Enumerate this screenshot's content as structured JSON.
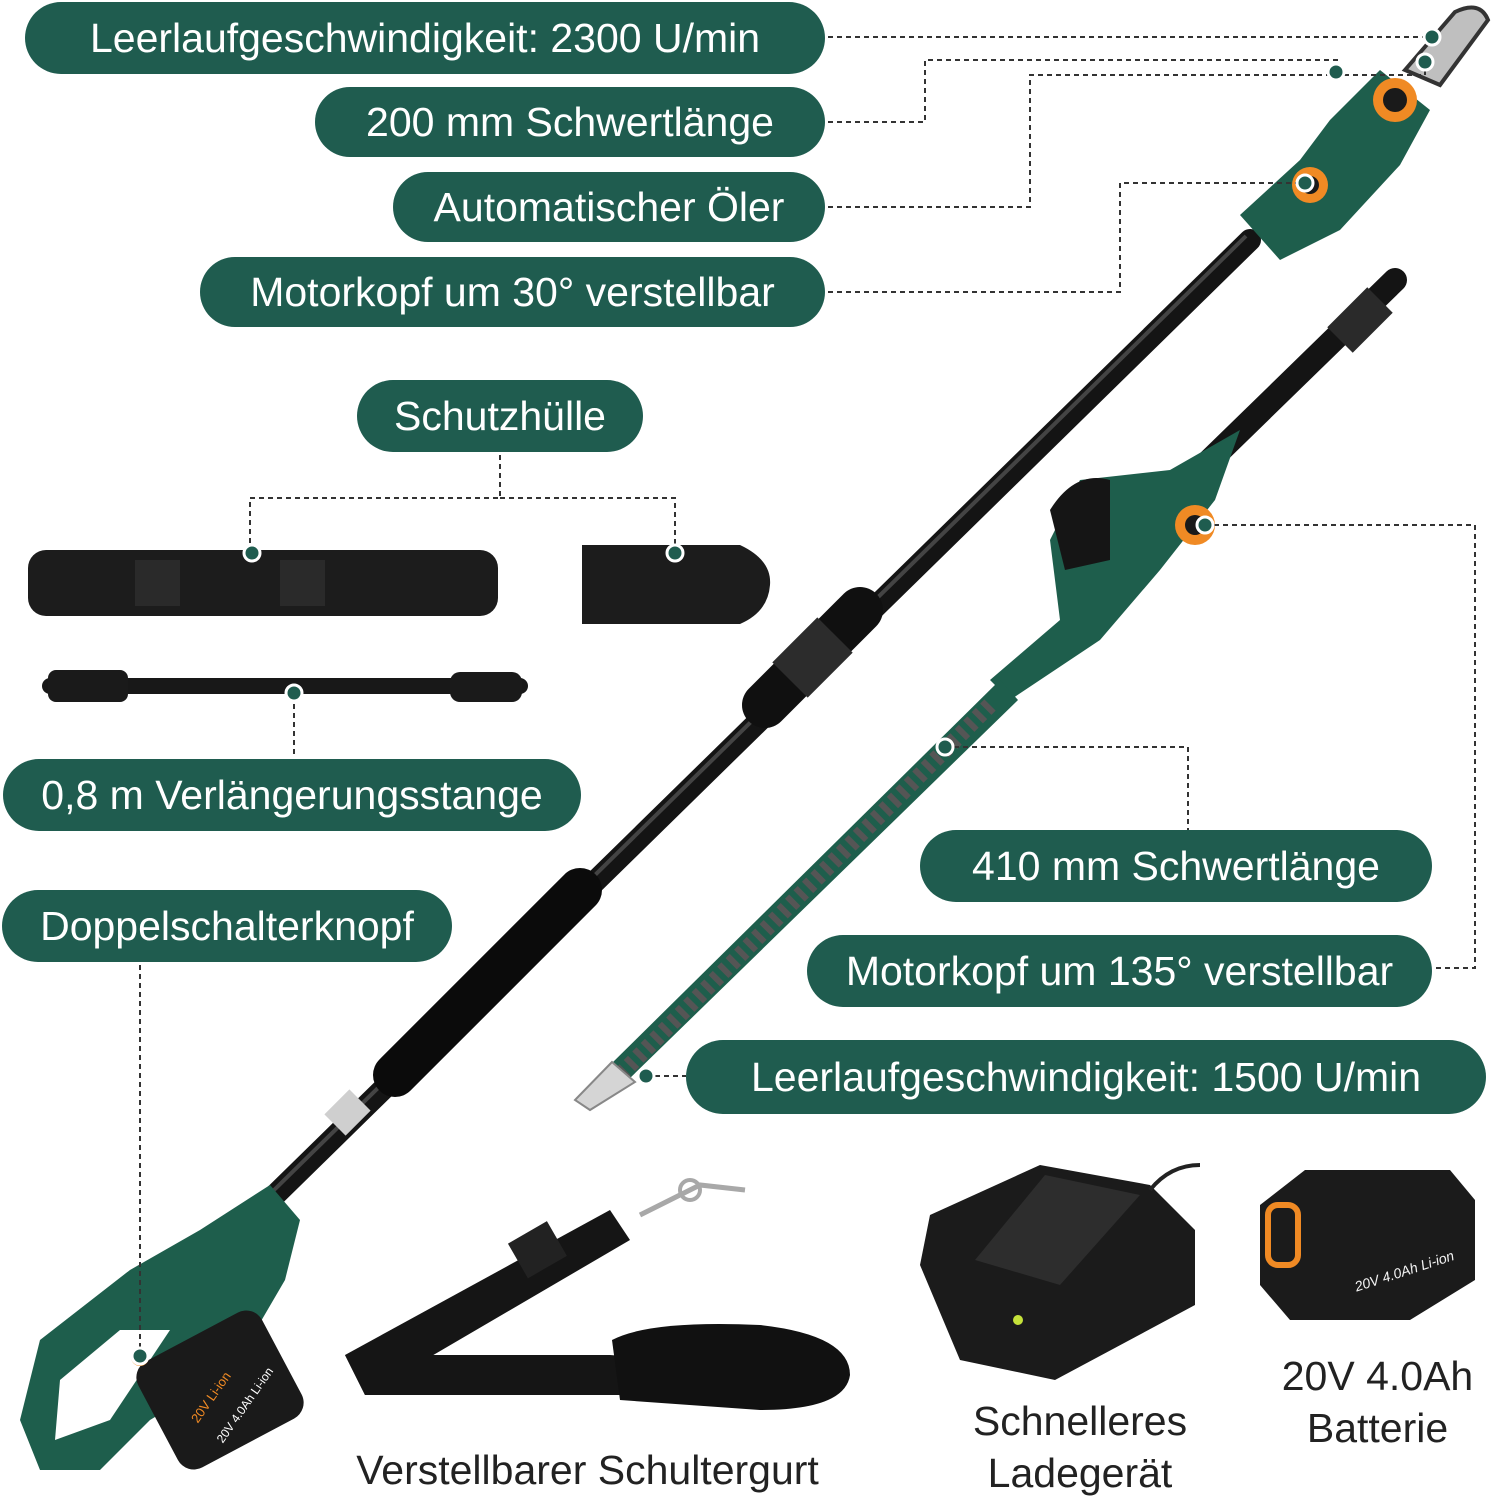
{
  "labels": {
    "chain_speed": "Leerlaufgeschwindigkeit: 2300 U/min",
    "chain_bar": "200 mm Schwertlänge",
    "oiler": "Automatischer Öler",
    "chain_head": "Motorkopf um 30° verstellbar",
    "cover": "Schutzhülle",
    "extension": "0,8 m Verlängerungsstange",
    "switch": "Doppelschalterknopf",
    "hedge_bar": "410 mm Schwertlänge",
    "hedge_head": "Motorkopf um 135° verstellbar",
    "hedge_speed": "Leerlaufgeschwindigkeit: 1500 U/min"
  },
  "captions": {
    "strap": "Verstellbarer Schultergurt",
    "charger_line1": "Schnelleres",
    "charger_line2": "Ladegerät",
    "battery_line1": "20V 4.0Ah",
    "battery_line2": "Batterie"
  },
  "product_markings": {
    "handle_battery_a": "20V Li-ion",
    "handle_battery_b": "20V 4.0Ah Li-ion",
    "battery_pack": "20V 4.0Ah Li-ion"
  },
  "colors": {
    "accent": "#1f5c4f",
    "tool_green": "#1e5e4c",
    "orange": "#f08a24",
    "body_black": "#1a1a1a"
  }
}
